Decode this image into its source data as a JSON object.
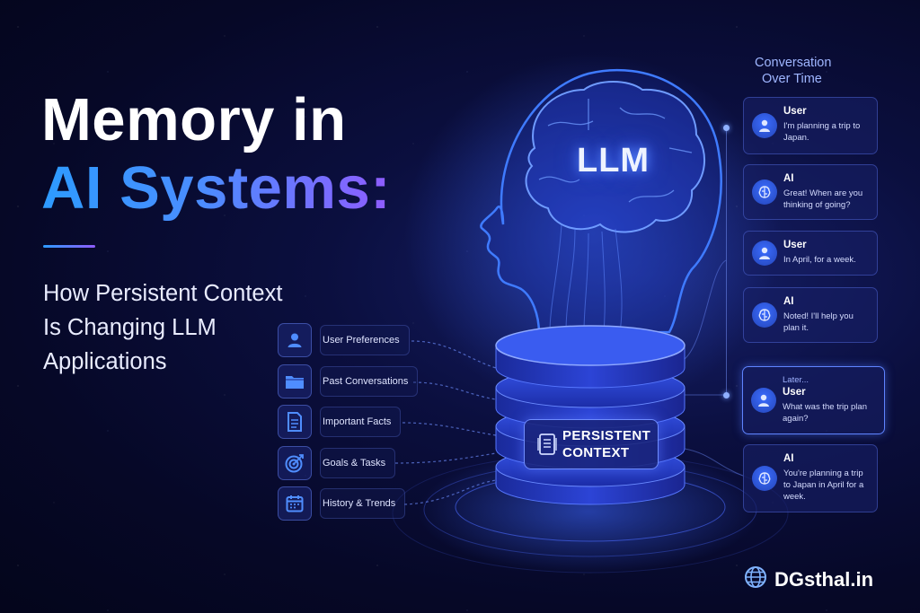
{
  "headline": {
    "line1": "Memory in",
    "line2": "AI Systems:"
  },
  "subtitle": [
    "How Persistent Context",
    "Is Changing LLM",
    "Applications"
  ],
  "llm_label": "LLM",
  "database_label": [
    "PERSISTENT",
    "CONTEXT"
  ],
  "context_items": [
    {
      "icon": "user-icon",
      "label": "User Preferences"
    },
    {
      "icon": "folder-icon",
      "label": "Past Conversations"
    },
    {
      "icon": "document-icon",
      "label": "Important Facts"
    },
    {
      "icon": "target-icon",
      "label": "Goals & Tasks"
    },
    {
      "icon": "calendar-icon",
      "label": "History & Trends"
    }
  ],
  "conversation": {
    "title": [
      "Conversation",
      "Over Time"
    ],
    "messages": [
      {
        "role": "User",
        "icon": "user-avatar-icon",
        "text": "I'm planning a trip to Japan."
      },
      {
        "role": "AI",
        "icon": "brain-chip-icon",
        "text": "Great! When are you thinking of going?"
      },
      {
        "role": "User",
        "icon": "user-avatar-icon",
        "text": "In April, for a week."
      },
      {
        "role": "AI",
        "icon": "brain-chip-icon",
        "text": "Noted! I'll help you plan it."
      },
      {
        "role": "User",
        "icon": "user-avatar-icon",
        "prefix": "Later...",
        "text": "What was the trip plan again?"
      },
      {
        "role": "AI",
        "icon": "brain-chip-icon",
        "text": "You're planning a trip to Japan in April for a week."
      }
    ]
  },
  "brand": {
    "icon": "globe-icon",
    "text": "DGsthal.in"
  },
  "colors": {
    "accent_blue": "#2d9bff",
    "accent_purple": "#8f5cff",
    "background": "#060827"
  }
}
